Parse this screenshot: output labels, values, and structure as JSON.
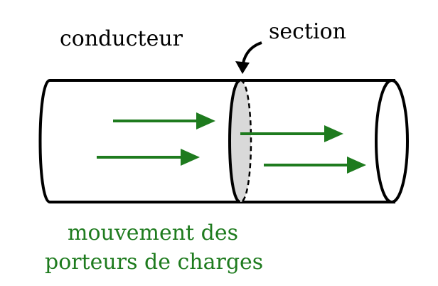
{
  "labels": {
    "conductor": "conducteur",
    "section": "section",
    "motion_line1": "mouvement des",
    "motion_line2": "porteurs de charges"
  },
  "colors": {
    "outline": "#000000",
    "arrow": "#1e7b1e",
    "section_fill": "#d9d9d9",
    "motion_text": "#1e7b1e",
    "background": "#ffffff"
  }
}
